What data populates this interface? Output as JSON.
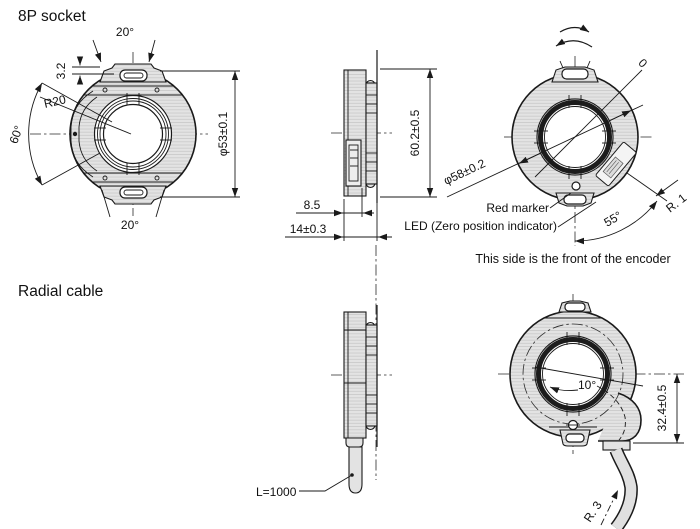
{
  "titles": {
    "socket_version": "8P socket",
    "radial_version": "Radial cable"
  },
  "front_view": {
    "top_angle": "20°",
    "step_height": "3.2",
    "pocket_radius": "R20",
    "sector_angle": "60°",
    "outer_diameter": "φ53±0.1",
    "bottom_angle": "20°"
  },
  "side_view": {
    "body_height": "60.2±0.5",
    "body_depth": "8.5",
    "total_depth": "14±0.3"
  },
  "back_view": {
    "zero_mark": "0",
    "bolt_circle_diameter": "φ58±0.2",
    "red_marker_label": "Red marker",
    "led_label": "LED (Zero position indicator)",
    "led_angle": "55°",
    "edge_radius": "R. 1",
    "front_note": "This side is the front of the encoder"
  },
  "radial_view": {
    "cable_length": "L=1000",
    "cable_angle": "10°",
    "cable_exit_height": "32.4±0.5",
    "bend_radius": "R. 3"
  },
  "colors": {
    "line": "#1a1a1a",
    "body_fill": "#e3e3e3",
    "hatch_line": "#c6c6c6",
    "background": "#ffffff"
  }
}
